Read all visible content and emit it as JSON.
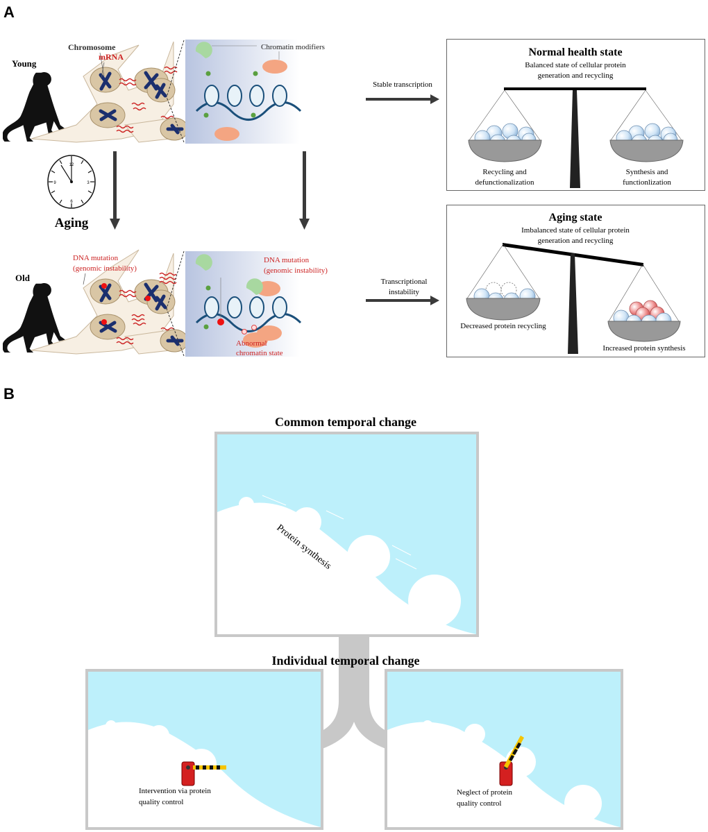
{
  "panel_a": {
    "label": "A",
    "young": "Young",
    "old": "Old",
    "chromosome": "Chromosome",
    "mrna": "mRNA",
    "chromatin_modifiers": "Chromatin modifiers",
    "stable_transcription": "Stable transcription",
    "clock_numbers": [
      "12",
      "3",
      "6",
      "9"
    ],
    "aging": "Aging",
    "dna_mutation_cells": [
      "DNA mutation",
      "(genomic instability)"
    ],
    "dna_mutation_chromatin": [
      "DNA mutation",
      "(genomic instability)"
    ],
    "abnormal_chromatin": [
      "Abnormal",
      "chromatin state"
    ],
    "transcriptional_instability": [
      "Transcriptional",
      "instability"
    ],
    "normal_state": {
      "title": "Normal health state",
      "subtitle": [
        "Balanced state of cellular protein",
        "generation and recycling"
      ],
      "left_label": [
        "Recycling and",
        "defunctionalization"
      ],
      "right_label": [
        "Synthesis and",
        "functionlization"
      ]
    },
    "aging_state": {
      "title": "Aging state",
      "subtitle": [
        "Imbalanced state of cellular protein",
        "generation and recycling"
      ],
      "left_label": "Decreased protein recycling",
      "right_label": "Increased protein synthesis"
    }
  },
  "panel_b": {
    "label": "B",
    "common_title": "Common temporal change",
    "protein_synthesis": "Protein synthesis",
    "individual_title": "Individual temporal change",
    "intervention": [
      "Intervention via protein",
      "quality control"
    ],
    "neglect": [
      "Neglect of protein",
      "quality control"
    ]
  },
  "colors": {
    "sky": "#bdf0fb",
    "mutation_red": "#cc2222",
    "chromatin_bg": "#c9d3e8",
    "modifier_green": "#a8d8a0",
    "modifier_orange": "#f4a582",
    "fork_grey": "#c8c8c8"
  }
}
